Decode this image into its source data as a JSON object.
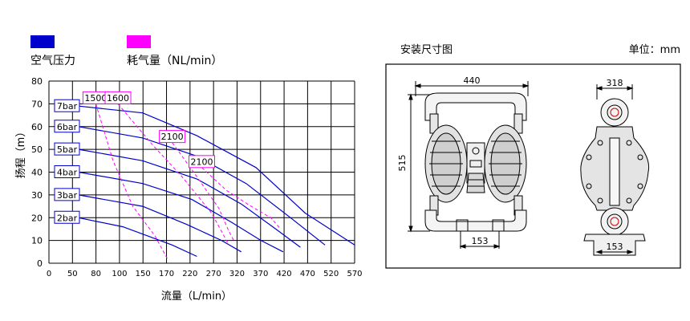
{
  "legend": {
    "air_pressure_label": "空气压力",
    "air_pressure_color": "#0000cc",
    "air_consumption_label": "耗气量（NL/min）",
    "air_consumption_color": "#ff00ff"
  },
  "chart_data": {
    "type": "line",
    "title": "",
    "xlabel": "流量（L/min）",
    "ylabel": "扬程（m）",
    "xlim": [
      0,
      620
    ],
    "ylim": [
      0,
      80
    ],
    "x_ticks": [
      "0",
      "50",
      "80",
      "100",
      "150",
      "170",
      "220",
      "270",
      "320",
      "370",
      "420",
      "470",
      "520",
      "570"
    ],
    "y_ticks": [
      "0",
      "10",
      "20",
      "30",
      "40",
      "50",
      "60",
      "70",
      "80"
    ],
    "grid": true,
    "pressure_series": [
      {
        "label": "7bar",
        "points": [
          [
            60,
            69
          ],
          [
            190,
            66
          ],
          [
            300,
            56
          ],
          [
            420,
            42
          ],
          [
            520,
            22
          ],
          [
            620,
            8
          ]
        ]
      },
      {
        "label": "6bar",
        "points": [
          [
            60,
            60
          ],
          [
            190,
            55
          ],
          [
            300,
            47
          ],
          [
            400,
            35
          ],
          [
            490,
            20
          ],
          [
            560,
            8
          ]
        ]
      },
      {
        "label": "5bar",
        "points": [
          [
            60,
            50
          ],
          [
            190,
            45
          ],
          [
            300,
            37
          ],
          [
            390,
            26
          ],
          [
            460,
            15
          ],
          [
            510,
            7
          ]
        ]
      },
      {
        "label": "4bar",
        "points": [
          [
            60,
            40
          ],
          [
            190,
            35
          ],
          [
            290,
            28
          ],
          [
            370,
            18
          ],
          [
            430,
            10
          ],
          [
            475,
            5
          ]
        ]
      },
      {
        "label": "3bar",
        "points": [
          [
            60,
            30
          ],
          [
            190,
            25
          ],
          [
            280,
            17
          ],
          [
            350,
            10
          ],
          [
            390,
            5
          ]
        ]
      },
      {
        "label": "2bar",
        "points": [
          [
            60,
            20
          ],
          [
            150,
            16
          ],
          [
            250,
            8
          ],
          [
            300,
            3
          ]
        ]
      }
    ],
    "consumption_series": [
      {
        "label": "1500",
        "points": [
          [
            95,
            70
          ],
          [
            130,
            45
          ],
          [
            170,
            25
          ],
          [
            215,
            12
          ],
          [
            240,
            2
          ]
        ]
      },
      {
        "label": "1600",
        "points": [
          [
            140,
            70
          ],
          [
            210,
            52
          ],
          [
            270,
            38
          ],
          [
            330,
            22
          ],
          [
            365,
            8
          ]
        ]
      },
      {
        "label": "2100",
        "points": [
          [
            250,
            53
          ],
          [
            300,
            38
          ],
          [
            345,
            24
          ],
          [
            365,
            14
          ],
          [
            375,
            10
          ]
        ]
      },
      {
        "label": "2100",
        "points": [
          [
            310,
            42
          ],
          [
            360,
            32
          ],
          [
            410,
            25
          ],
          [
            450,
            20
          ],
          [
            470,
            15
          ]
        ]
      }
    ]
  },
  "drawing": {
    "title": "安装尺寸图",
    "unit": "单位：mm",
    "dim_width_front": "440",
    "dim_height": "515",
    "dim_base_front": "153",
    "dim_width_side": "318",
    "dim_base_side": "153"
  }
}
